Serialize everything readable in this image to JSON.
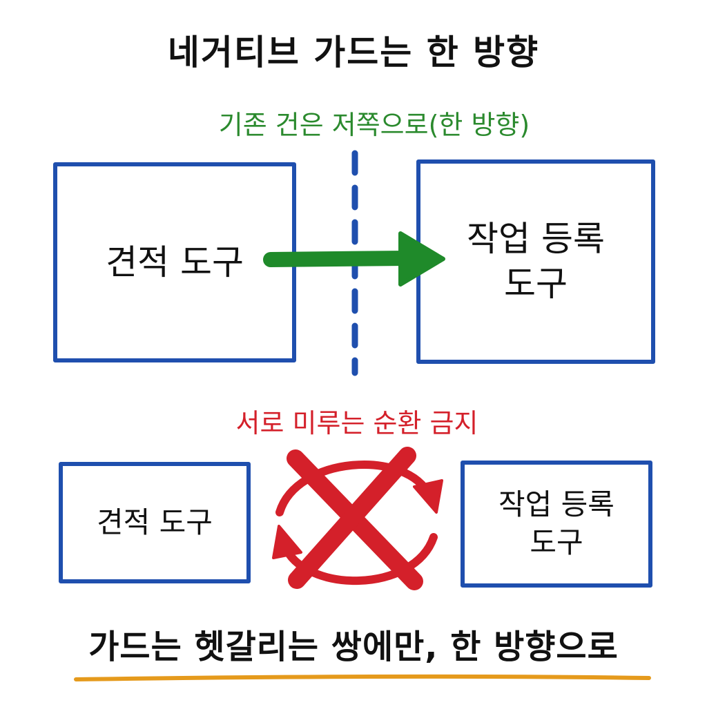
{
  "title": "네거티브 가드는 한 방향",
  "top_section": {
    "caption": "기존 건은 저쪽으로(한 방향)",
    "left_box_label": "견적 도구",
    "right_box_label_line1": "작업 등록",
    "right_box_label_line2": "도구"
  },
  "bottom_section": {
    "caption": "서로 미루는 순환 금지",
    "left_box_label": "견적 도구",
    "right_box_label_line1": "작업 등록",
    "right_box_label_line2": "도구"
  },
  "conclusion": "가드는 헷갈리는 쌍에만, 한 방향으로",
  "colors": {
    "box_border": "#1f4fae",
    "arrow_green": "#1f8a2a",
    "divider_blue": "#1f4fae",
    "prohibit_red": "#d4202a",
    "caption_green": "#2b8a2e",
    "caption_red": "#d4202a",
    "underline_orange": "#e59a1c",
    "text": "#111111"
  },
  "icons": {
    "forward_arrow": "right-arrow-icon",
    "cycle": "cycle-arrows-icon",
    "prohibit": "cross-x-icon"
  }
}
